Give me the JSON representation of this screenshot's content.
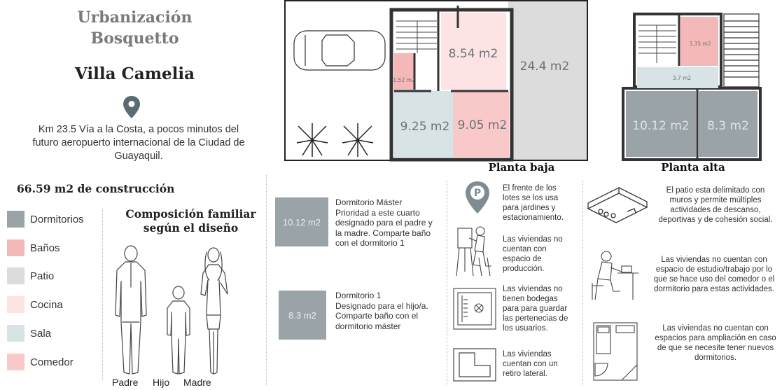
{
  "header": {
    "title_line1": "Urbanización",
    "title_line2": "Bosquetto",
    "villa": "Villa Camelia",
    "address_line1": "Km 23.5 Vía a la Costa, a pocos minutos del",
    "address_line2": "futuro aeropuerto internacional de la Ciudad de",
    "address_line3": "Guayaquil.",
    "area": "66.59 m2 de construcción"
  },
  "legend": [
    {
      "label": "Dormitorios",
      "color": "#9aa3a8"
    },
    {
      "label": "Baños",
      "color": "#f5b8b8"
    },
    {
      "label": "Patio",
      "color": "#dcdcdc"
    },
    {
      "label": "Cocina",
      "color": "#fde3e3"
    },
    {
      "label": "Sala",
      "color": "#d8e3e6"
    },
    {
      "label": "Comedor",
      "color": "#f9c9c9"
    }
  ],
  "family": {
    "title_line1": "Composición familiar",
    "title_line2": "según el diseño",
    "members": [
      "Padre",
      "Hijo",
      "Madre"
    ]
  },
  "plan_baja": {
    "label": "Planta baja",
    "rooms": {
      "cocina": "8.54 m2",
      "bano": "1.52 m2",
      "patio": "24.4 m2",
      "sala": "9.25 m2",
      "comedor": "9.05 m2"
    }
  },
  "plan_alta": {
    "label": "Planta alta",
    "rooms": {
      "bano": "3.35 m2",
      "pasillo": "3.7 m2",
      "master": "10.12 m2",
      "dorm1": "8.3 m2"
    }
  },
  "dorms": [
    {
      "area": "10.12 m2",
      "text": "Dormitorio Máster\nPrioridad a este cuarto\ndesignado para el padre y\nla madre. Comparte baño\ncon el dormitorio 1"
    },
    {
      "area": "8.3 m2",
      "text": "Dormitorio 1\nDesignado para el hijo/a.\nComparte baño con el\ndormitorio máster"
    }
  ],
  "notes_mid": [
    {
      "icon": "parking-pin-icon",
      "text": "El frente de los\nlotes se los usa\npara jardines y\nestacionamiento."
    },
    {
      "icon": "painter-icon",
      "text": "Las viviendas no\ncuentan con\nespacio de\nproducción."
    },
    {
      "icon": "storage-plan-icon",
      "text": "Las viviendas no\ntienen bodegas\npara para guardar\nlas pertenecias de\nlos usuarios."
    },
    {
      "icon": "lot-plan-icon",
      "text": "Las viviendas\ncuentan con un\nretiro lateral."
    }
  ],
  "notes_right": [
    {
      "icon": "patio-isometric-icon",
      "text": "El patio esta delimitado con\nmuros y permite múltiples\nactividades de descanso,\ndeportivas y de cohesión social."
    },
    {
      "icon": "study-person-icon",
      "text": "Las viviendas no cuentan con\nespacio de estudio/trabajo  por lo\nque se hace uso del comedor o el\ndormitorio para estas actividades."
    },
    {
      "icon": "bedroom-plan-icon",
      "text": "Las viviendas no cuentan con\nespacios para ampliación en caso\nde que se necesite tener nuevos\ndormitorios."
    }
  ]
}
